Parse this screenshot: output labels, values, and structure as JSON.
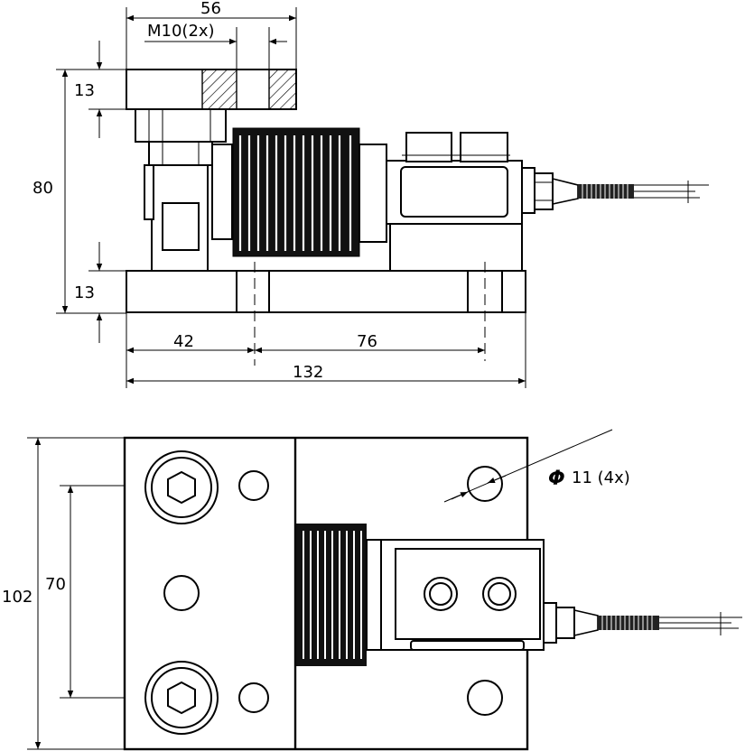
{
  "side_view": {
    "dim_width_top": "56",
    "dim_thread": "M10(2x)",
    "dim_top_plate": "13",
    "dim_height": "80",
    "dim_base_plate": "13",
    "dim_42": "42",
    "dim_76": "76",
    "dim_132": "132"
  },
  "top_view": {
    "dim_102": "102",
    "dim_70": "70",
    "dim_hole": "11 (4x)",
    "phi_symbol": "Φ"
  }
}
